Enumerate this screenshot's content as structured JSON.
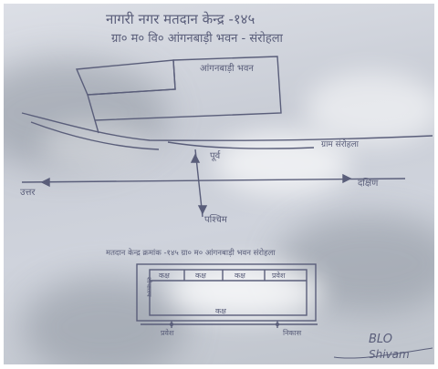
{
  "document": {
    "header_line1": "नागरी नगर मतदान केन्द्र -१४५",
    "header_line2": "ग्रा० म० वि० आंगनबाड़ी भवन - संरोहला",
    "sketch_label_building": "आंगनबाड़ी भवन",
    "sketch_label_road": "ग्राम संरोहला",
    "compass_north": "पूर्व",
    "compass_south": "पश्चिम",
    "compass_west": "उत्तर",
    "compass_east": "दक्षिण",
    "plan_caption": "मतदान केन्द्र क्रमांक -१४५ ग्रा० म० आंगनबाड़ी भवन संरोहला",
    "plan_rooms": [
      "कक्ष",
      "कक्ष",
      "कक्ष",
      "प्रवेश"
    ],
    "plan_bottom_room": "कक्ष",
    "plan_side_label": "शौचालय",
    "plan_entry_label": "प्रवेश",
    "plan_exit_label": "निकास",
    "signature_title": "BLO",
    "signature_name": "Shivam"
  },
  "colors": {
    "ink": "#5a5e7a",
    "paper": "#cfd3dc"
  }
}
